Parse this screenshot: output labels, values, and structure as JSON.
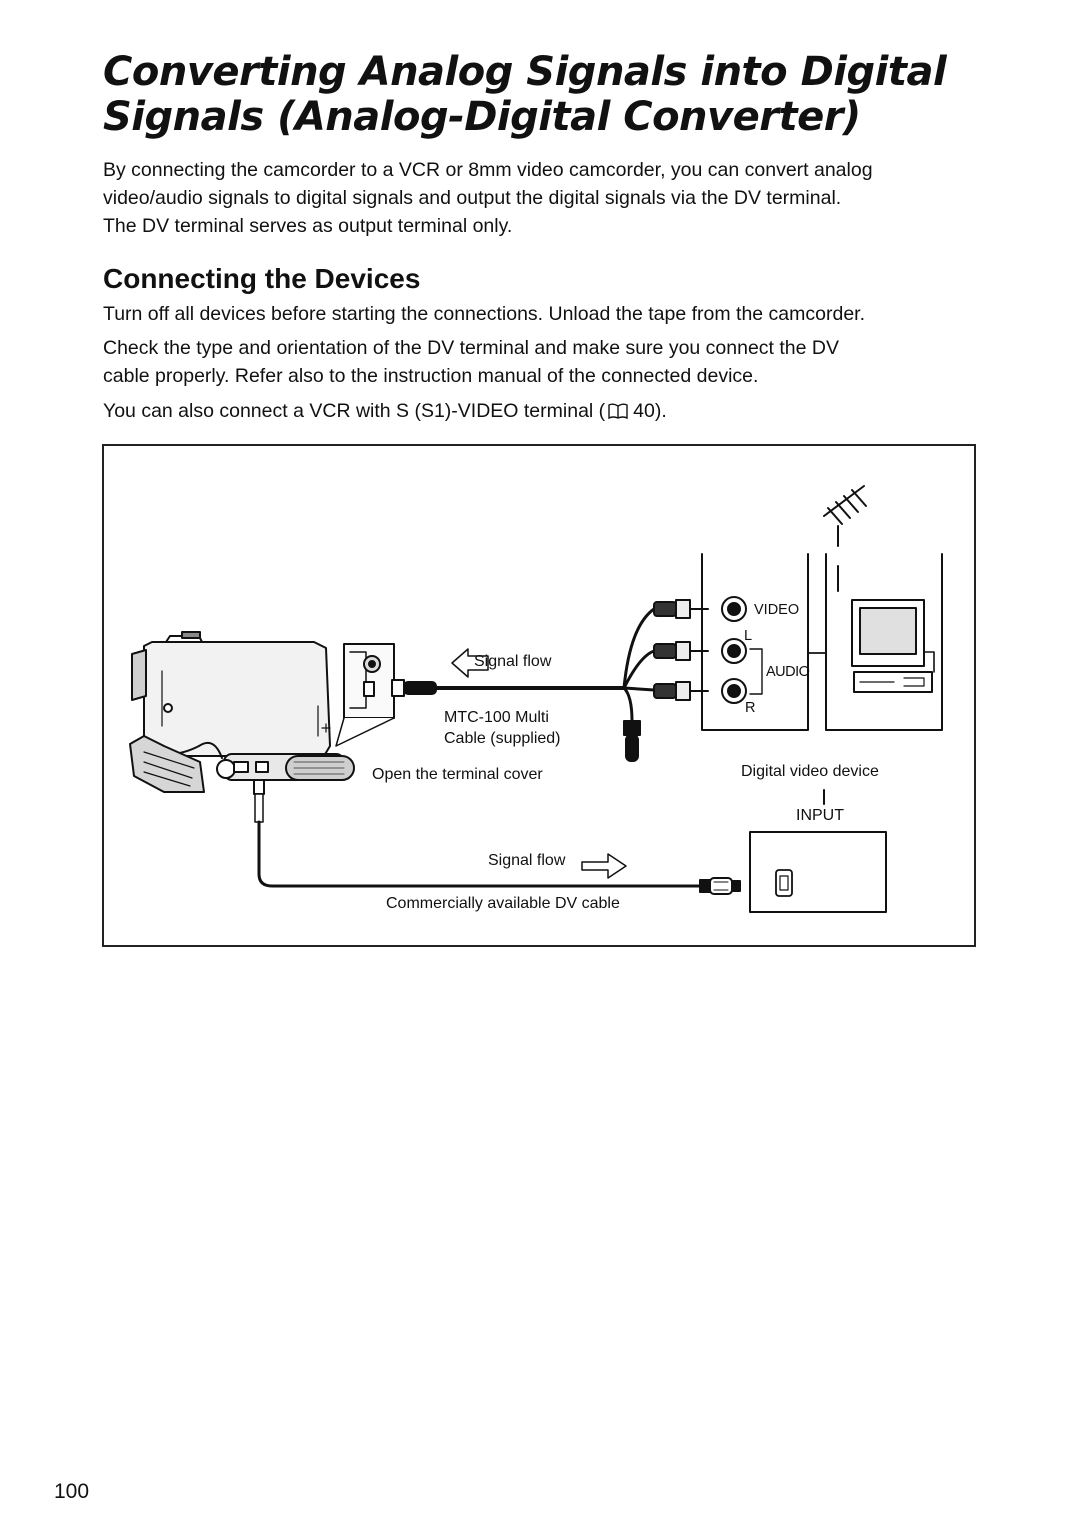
{
  "page": {
    "title_line1": "Converting Analog Signals into Digital",
    "title_line2": "Signals (Analog-Digital Converter)",
    "intro_line1": "By connecting the camcorder to a VCR or 8mm video camcorder, you can convert analog",
    "intro_line2": "video/audio signals to digital signals and output the digital signals via the DV terminal.",
    "intro_line3": "The DV terminal serves as output terminal only.",
    "section_title": "Connecting the Devices",
    "para1": "Turn off all devices before starting the connections. Unload the tape from the camcorder.",
    "para2_line1": "Check the type and orientation of the DV terminal and make sure you connect the DV",
    "para2_line2": "cable properly. Refer also to the instruction manual of the connected device.",
    "para3_before": "You can also connect a VCR with S (S1)-VIDEO terminal (",
    "para3_ref": "40).",
    "page_number": "100"
  },
  "figure": {
    "signal_flow_top": "Signal flow",
    "cable_line1": "MTC-100 Multi",
    "cable_line2": "Cable (supplied)",
    "open_cover": "Open the terminal cover",
    "video": "VIDEO",
    "left": "L",
    "audio": "AUDIO",
    "right": "R",
    "digital_device": "Digital video device",
    "input": "INPUT",
    "signal_flow_bottom": "Signal flow",
    "dv_cable": "Commercially available DV cable"
  }
}
